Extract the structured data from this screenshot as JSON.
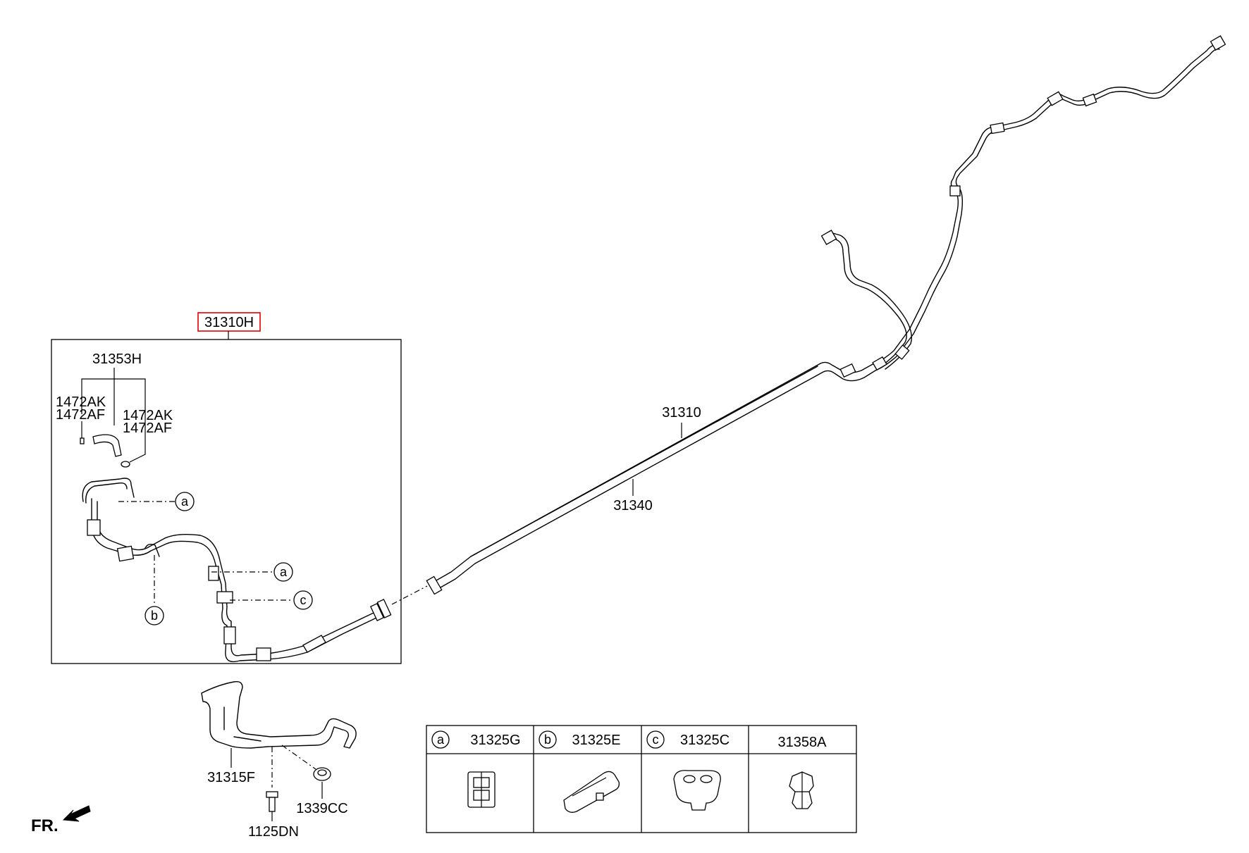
{
  "labels": {
    "assembly": "31310H",
    "hose_set": "31353H",
    "clamp_a_1": "1472AK",
    "clamp_b_1": "1472AF",
    "clamp_a_2": "1472AK",
    "clamp_b_2": "1472AF",
    "tube_main": "31310",
    "tube_return": "31340",
    "bracket": "31315F",
    "bolt": "1125DN",
    "nut": "1339CC",
    "front": "FR."
  },
  "callouts": {
    "a1": "a",
    "a2": "a",
    "b": "b",
    "c": "c"
  },
  "legend": {
    "cells": [
      {
        "letter": "a",
        "code": "31325G"
      },
      {
        "letter": "b",
        "code": "31325E"
      },
      {
        "letter": "c",
        "code": "31325C"
      },
      {
        "letter": "",
        "code": "31358A"
      }
    ]
  },
  "colors": {
    "highlight": "#e00000",
    "line": "#000000"
  }
}
